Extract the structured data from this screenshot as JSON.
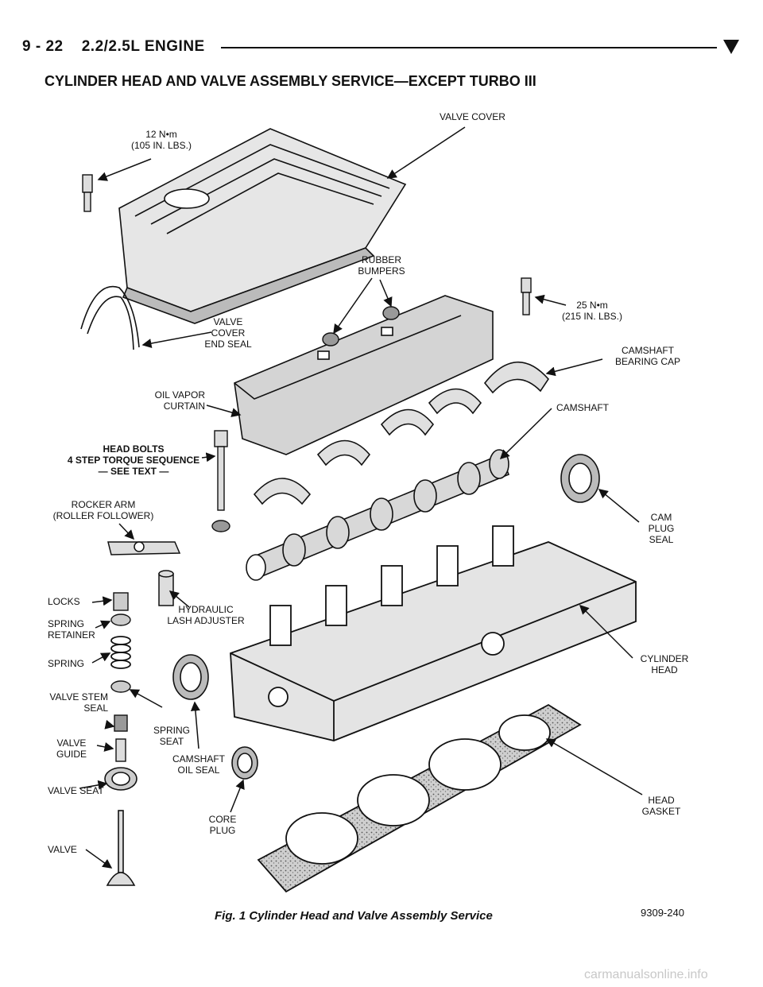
{
  "header": {
    "page_ref": "9 - 22",
    "section": "2.2/2.5L ENGINE"
  },
  "title": "CYLINDER HEAD AND VALVE ASSEMBLY SERVICE—EXCEPT TURBO III",
  "labels": {
    "valve_cover": "VALVE COVER",
    "torque_12": "12 N•m\n(105 IN. LBS.)",
    "rubber_bumpers": "RUBBER\nBUMPERS",
    "torque_25": "25 N•m\n(215 IN. LBS.)",
    "valve_cover_end_seal": "VALVE\nCOVER\nEND SEAL",
    "camshaft_bearing_cap": "CAMSHAFT\nBEARING CAP",
    "oil_vapor_curtain": "OIL VAPOR\nCURTAIN",
    "camshaft": "CAMSHAFT",
    "head_bolts": "HEAD BOLTS\n4 STEP TORQUE SEQUENCE\n— SEE TEXT —",
    "rocker_arm": "ROCKER ARM\n(ROLLER FOLLOWER)",
    "cam_plug_seal": "CAM\nPLUG\nSEAL",
    "locks": "LOCKS",
    "spring_retainer": "SPRING\nRETAINER",
    "hydraulic_lash_adjuster": "HYDRAULIC\nLASH ADJUSTER",
    "cylinder_head": "CYLINDER\nHEAD",
    "spring": "SPRING",
    "valve_stem_seal": "VALVE STEM\nSEAL",
    "spring_seat": "SPRING\nSEAT",
    "valve_guide": "VALVE\nGUIDE",
    "camshaft_oil_seal": "CAMSHAFT\nOIL SEAL",
    "valve_seat": "VALVE SEAT",
    "head_gasket": "HEAD\nGASKET",
    "core_plug": "CORE\nPLUG",
    "valve": "VALVE"
  },
  "caption": "Fig. 1 Cylinder Head and Valve Assembly Service",
  "figure_number": "9309-240",
  "watermark": "carmanualsonline.info"
}
